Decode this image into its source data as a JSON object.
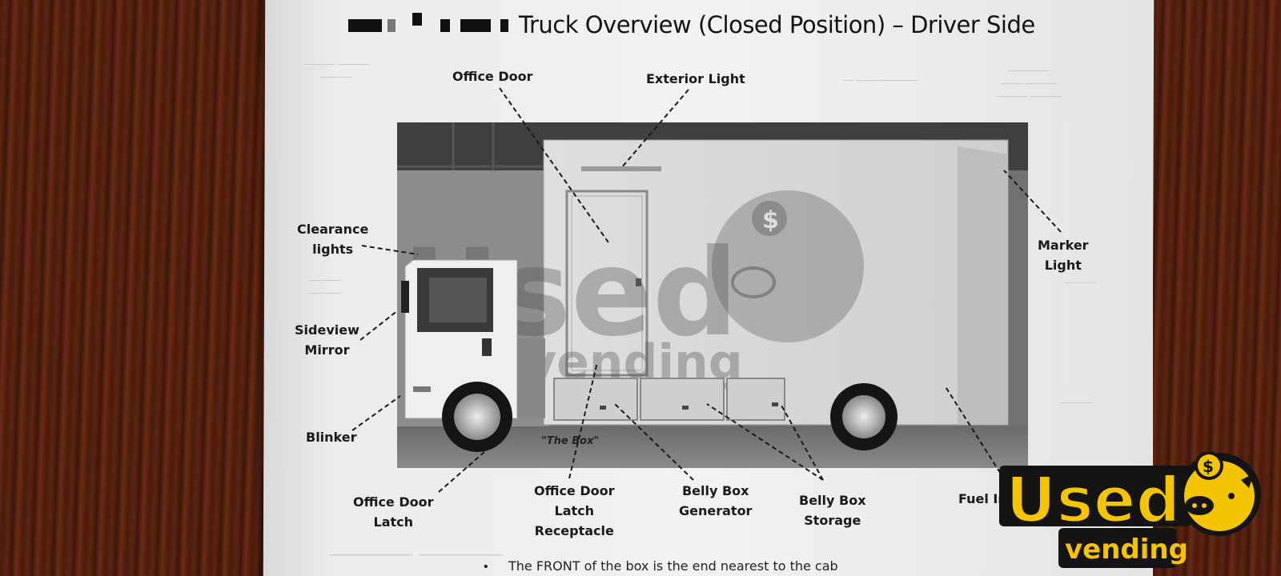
{
  "title": "Truck Overview (Closed Position) – Driver Side",
  "labels": {
    "office_door": "Office Door",
    "exterior_light": "Exterior Light",
    "clearance": [
      "Clearance",
      "lights"
    ],
    "marker": [
      "Marker",
      "Light"
    ],
    "sideview": [
      "Sideview",
      "Mirror"
    ],
    "blinker": "Blinker",
    "office_door_latch": [
      "Office Door",
      "Latch"
    ],
    "latch_receptacle": [
      "Office Door",
      "Latch",
      "Receptacle"
    ],
    "belly_generator": [
      "Belly Box",
      "Generator"
    ],
    "belly_storage": [
      "Belly Box",
      "Storage"
    ],
    "fuel": "Fuel In"
  },
  "photo_caption": "\"The Box\"",
  "bullet": "The FRONT of the box is the end nearest to the cab",
  "logo": {
    "brand_top": "Used",
    "brand_bottom": "vending",
    "currency": "$"
  },
  "watermark": {
    "brand_top": "Used",
    "brand_bottom": "vending",
    "currency": "$"
  },
  "colors": {
    "logo_yellow": "#f5c400",
    "logo_black": "#141414",
    "wood": "#4a1c0c",
    "paper": "#efeff1"
  }
}
